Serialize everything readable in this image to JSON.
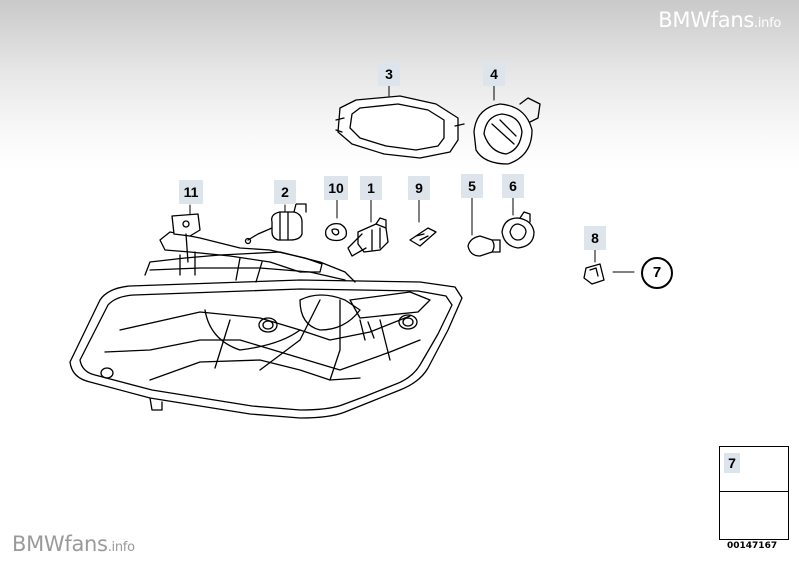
{
  "watermark": {
    "top_big": "BMWfans",
    "top_small": ".info",
    "bottom_big": "BMWfans",
    "bottom_small": ".info"
  },
  "callouts": [
    {
      "id": "11",
      "label": "11"
    },
    {
      "id": "2",
      "label": "2"
    },
    {
      "id": "10",
      "label": "10"
    },
    {
      "id": "1",
      "label": "1"
    },
    {
      "id": "9",
      "label": "9"
    },
    {
      "id": "5",
      "label": "5"
    },
    {
      "id": "6",
      "label": "6"
    },
    {
      "id": "3",
      "label": "3"
    },
    {
      "id": "4",
      "label": "4"
    },
    {
      "id": "8",
      "label": "8"
    }
  ],
  "circle_callout": {
    "label": "7"
  },
  "legend": {
    "item_label": "7"
  },
  "catalog_number": "00147167"
}
